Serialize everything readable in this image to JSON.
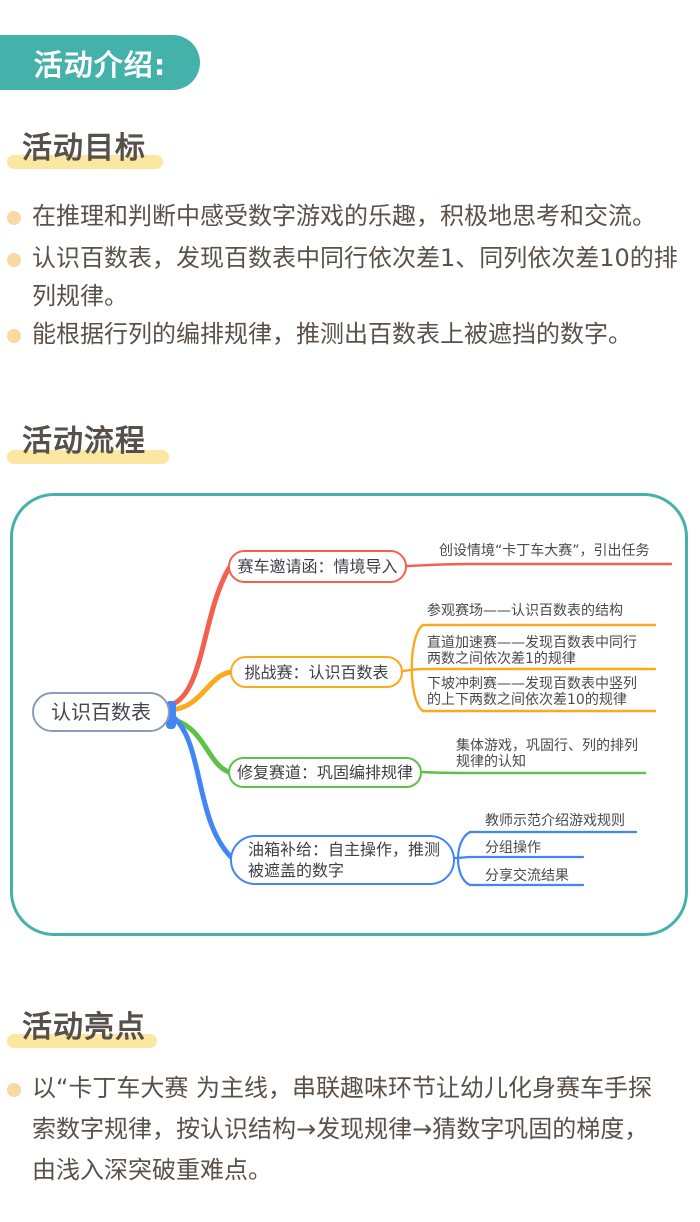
{
  "badge": {
    "label": "活动介绍:"
  },
  "sections": {
    "goals": {
      "title": "活动目标",
      "items": [
        {
          "lines": [
            "在推理和判断中感受数字游戏的乐趣，积极地思考和交流。"
          ]
        },
        {
          "lines": [
            "认识百数表，发现百数表中同行依次差1、同列依次差10的排",
            "列规律。"
          ]
        },
        {
          "lines": [
            "能根据行列的编排规律，推测出百数表上被遮挡的数字。"
          ]
        }
      ]
    },
    "process": {
      "title": "活动流程"
    },
    "highlights": {
      "title": "活动亮点",
      "items": [
        {
          "lines": [
            "以“卡丁车大赛 为主线，串联趣味环节让幼儿化身赛车手探",
            "索数字规律，按认识结构→发现规律→猜数字巩固的梯度，",
            "由浅入深突破重难点。"
          ]
        }
      ]
    }
  },
  "mindmap": {
    "root_label": "认识百数表",
    "branches": [
      {
        "name": "invitation",
        "color": "#f4604e",
        "node_lines": [
          "赛车邀请函：情境导入"
        ],
        "leaves": [
          {
            "lines": [
              "创设情境“卡丁车大赛”，引出任务"
            ]
          }
        ]
      },
      {
        "name": "challenge",
        "color": "#fbaa1e",
        "node_lines": [
          "挑战赛：认识百数表"
        ],
        "leaves": [
          {
            "lines": [
              "参观赛场——认识百数表的结构"
            ]
          },
          {
            "lines": [
              "直道加速赛——发现百数表中同行",
              "两数之间依次差1的规律"
            ]
          },
          {
            "lines": [
              "下坡冲刺赛——发现百数表中竖列",
              "的上下两数之间依次差10的规律"
            ]
          }
        ]
      },
      {
        "name": "repair",
        "color": "#5cc24a",
        "node_lines": [
          "修复赛道：巩固编排规律"
        ],
        "leaves": [
          {
            "lines": [
              "集体游戏，巩固行、列的排列",
              "规律的认知"
            ]
          }
        ]
      },
      {
        "name": "refuel",
        "color": "#4285f4",
        "node_lines": [
          "油箱补给：自主操作，推测",
          "被遮盖的数字"
        ],
        "leaves": [
          {
            "lines": [
              "教师示范介绍游戏规则"
            ]
          },
          {
            "lines": [
              "分组操作"
            ]
          },
          {
            "lines": [
              "分享交流结果"
            ]
          }
        ]
      }
    ],
    "colors": {
      "teal": "#45b1ab",
      "highlight_yellow": "#fbe7a0",
      "bullet_dot": "#f8d9a2",
      "root_border": "#8d9bb6",
      "branch_red": "#f4604e",
      "branch_yellow": "#fbaa1e",
      "branch_green": "#5cc24a",
      "branch_blue": "#4285f4"
    }
  }
}
